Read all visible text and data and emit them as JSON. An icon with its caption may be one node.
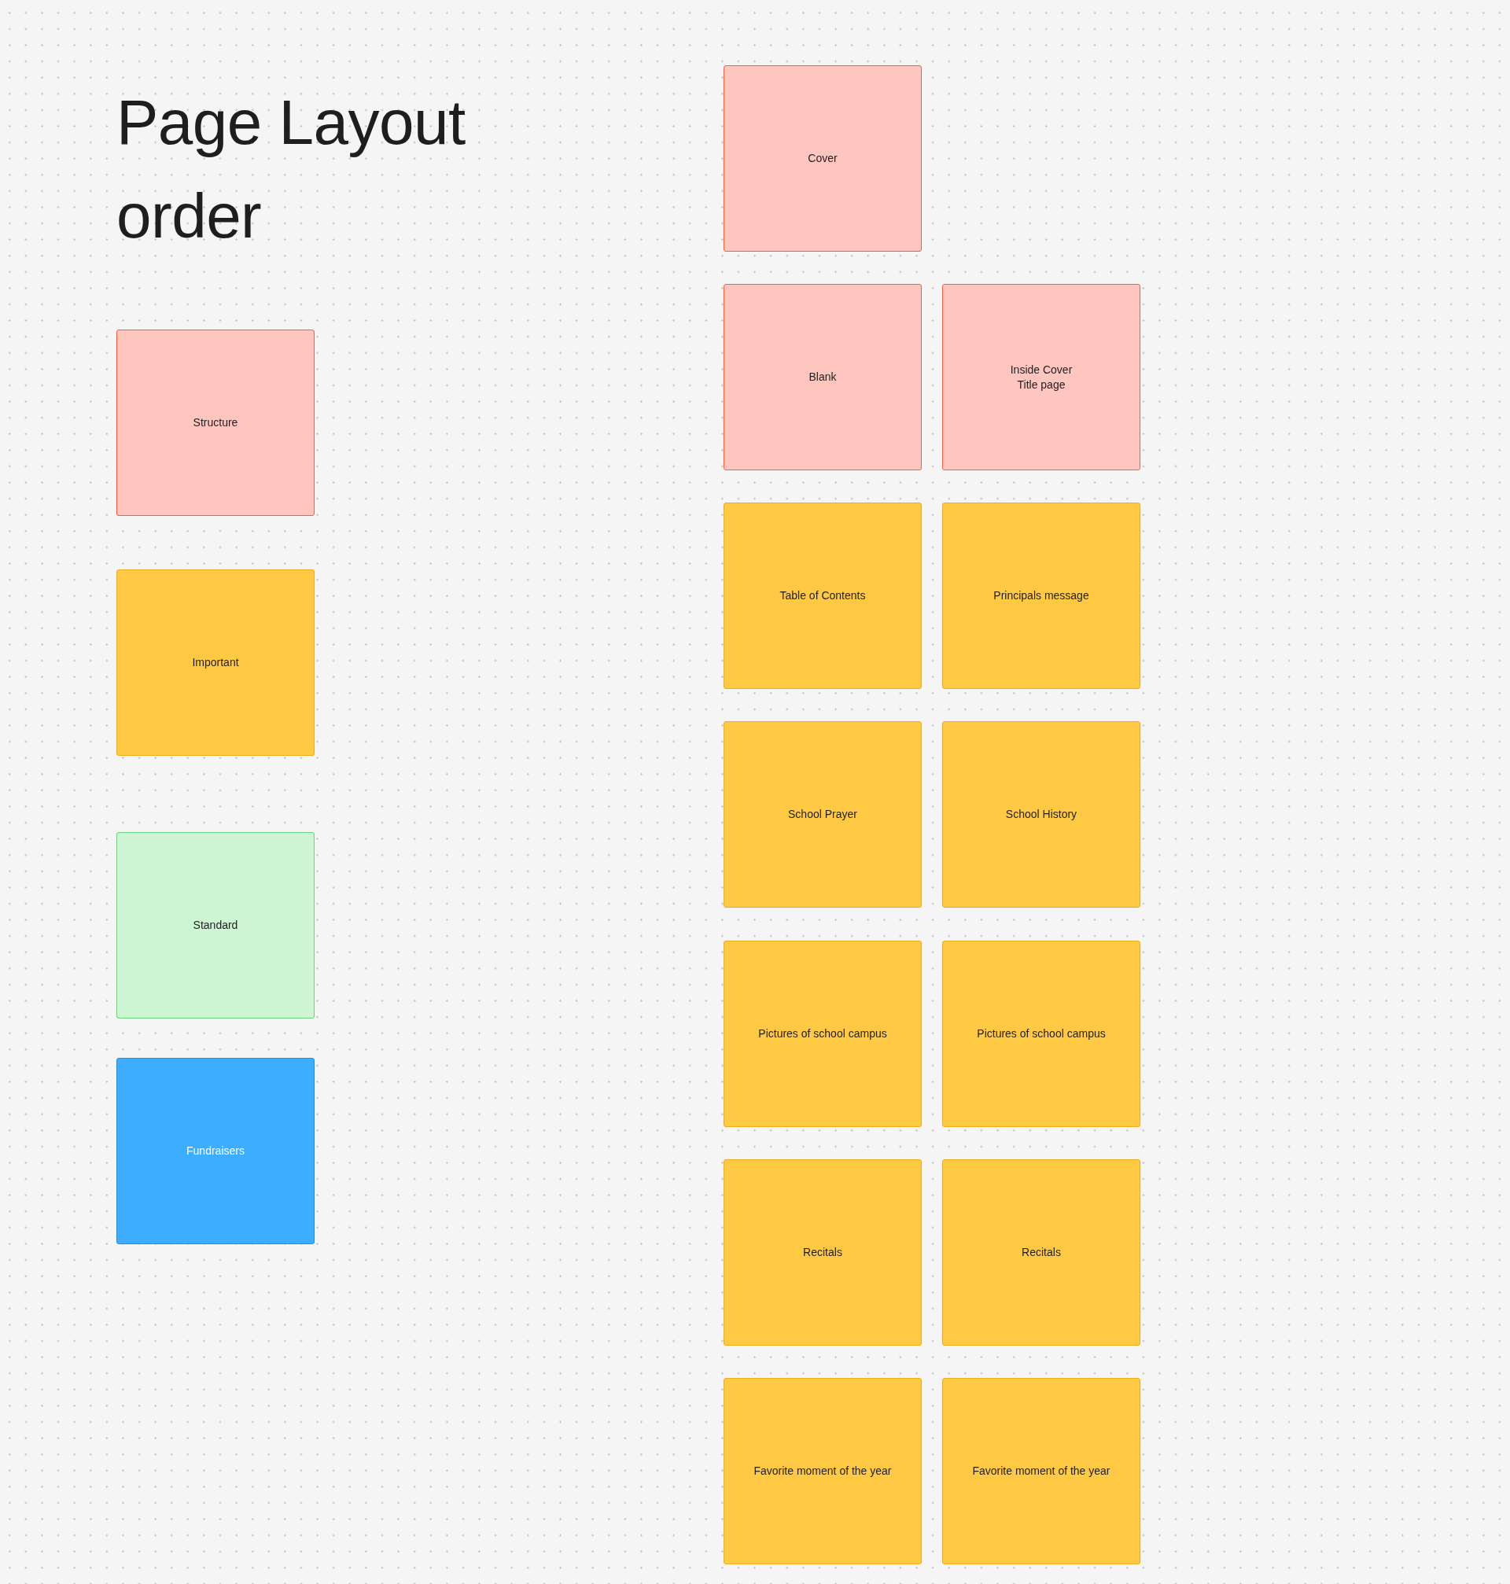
{
  "diagram": {
    "title": "Page Layout order",
    "nodes": [
      {
        "text": [
          "Cover"
        ]
      },
      {
        "text": [
          "Blank"
        ]
      },
      {
        "text": [
          "Inside Cover Title page"
        ]
      },
      {
        "text": [
          "Table of Contents"
        ]
      },
      {
        "text": [
          "Principals message"
        ]
      },
      {
        "text": [
          "School Prayer"
        ]
      },
      {
        "text": [
          "School History"
        ]
      },
      {
        "text": [
          "Pictures of school campus"
        ]
      },
      {
        "text": [
          "Pictures of school campus"
        ]
      },
      {
        "text": [
          "Recitals"
        ]
      },
      {
        "text": [
          "Recitals"
        ]
      },
      {
        "text": [
          "Favorite moment of the year"
        ]
      },
      {
        "text": [
          "Favorite moment of the year"
        ]
      }
    ],
    "edges": [],
    "legend": [
      {
        "text": "Structure",
        "color": "#ffc6c0"
      },
      {
        "text": "Important",
        "color": "#ffc943"
      },
      {
        "text": "Standard",
        "color": "#cdf4d3"
      },
      {
        "text": "Fundraisers",
        "color": "#3dadff"
      }
    ]
  }
}
